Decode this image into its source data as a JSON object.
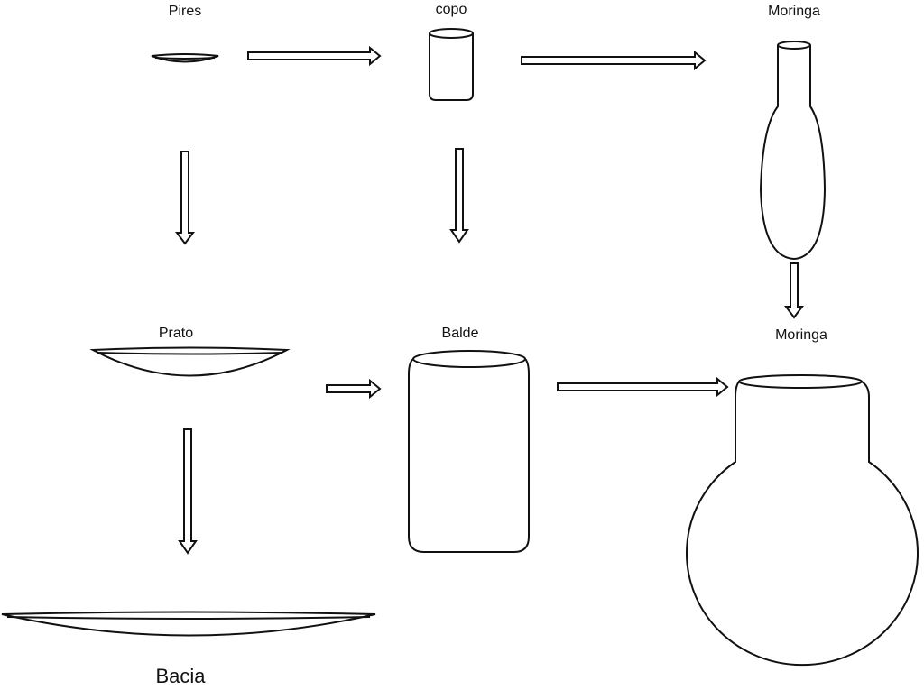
{
  "labels": {
    "pires": "Pires",
    "copo": "copo",
    "moringa_small": "Moringa",
    "prato": "Prato",
    "balde": "Balde",
    "moringa_large": "Moringa",
    "bacia": "Bacia"
  }
}
